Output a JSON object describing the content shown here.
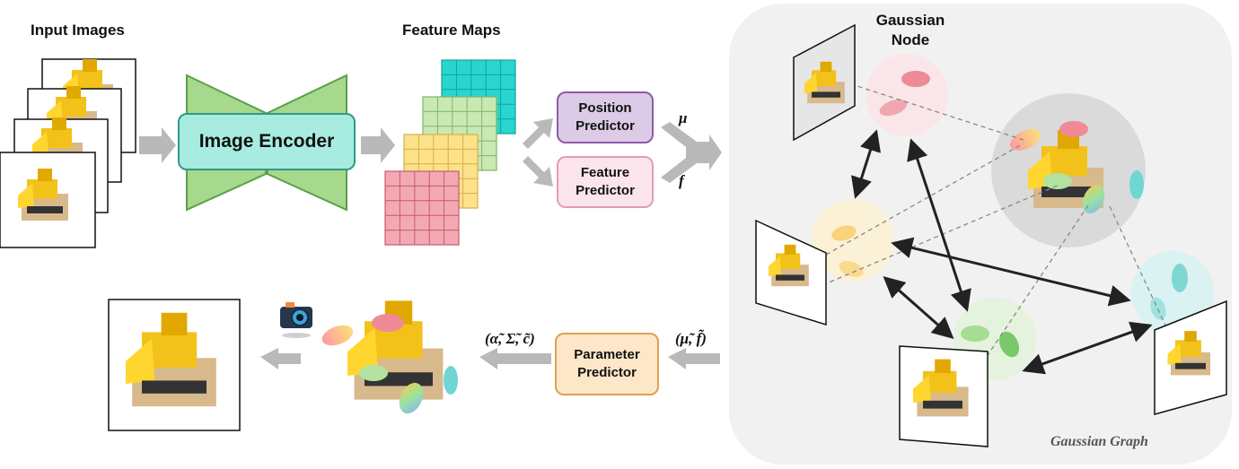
{
  "labels": {
    "input_images": "Input Images",
    "feature_maps": "Feature Maps",
    "gaussian_node": "Gaussian\nNode",
    "gaussian_graph": "Gaussian Graph"
  },
  "boxes": {
    "image_encoder": "Image Encoder",
    "position_predictor": "Position\nPredictor",
    "feature_predictor": "Feature\nPredictor",
    "parameter_predictor": "Parameter\nPredictor"
  },
  "math": {
    "mu": "μ",
    "f": "f",
    "param_inputs": "(μ̃, f̃)",
    "param_outputs": "(α̃, Σ̃, c̃)"
  },
  "colors": {
    "encoder_fill": "#a6d88e",
    "encoder_box": "#a8ece1",
    "encoder_border": "#2f9a8a",
    "position_fill": "#dccbe6",
    "position_border": "#8f5aa8",
    "feature_fill": "#fbe4ec",
    "feature_border": "#e59ab8",
    "parameter_fill": "#fde7c8",
    "parameter_border": "#e0a050",
    "grid_cyan": "#27d6cf",
    "grid_green": "#c9e8b4",
    "grid_yellow": "#fde28a",
    "grid_pink": "#f3a9b4",
    "arrow_gray": "#b9b9b9"
  },
  "icons": [
    "camera-icon",
    "bulldozer-image"
  ]
}
